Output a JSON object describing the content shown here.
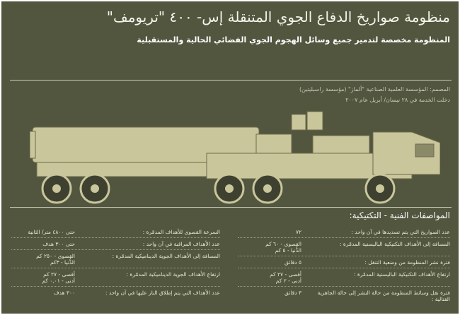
{
  "header": {
    "title": "منظومة صواريخ الدفاع الجوي المتنقلة إس- ٤٠٠ \"تريومف\"",
    "subtitle": "المنظومة مخصصة لتدمير جميع وسائل الهجوم الجوي الفضائي الحالية والمستقبلية"
  },
  "info": {
    "designer": "المصمم: المؤسسة العلمية الصناعية \"ألماز\" (مؤسسة راسبليتين)",
    "service": "دخلت الخدمة في ٢٨ نيسان/ أبريل عام ٢٠٠٧"
  },
  "specs": {
    "heading": "المواصفات الفنية - التكتيكية:",
    "right": [
      {
        "label": "عدد الصواريخ التي يتم تسديدها في آن واحد :",
        "value": "٧٢"
      },
      {
        "label": "المسافة إلى الأهداف التكتيكية الباليستية المدمّرة :",
        "value": "القصوى - ٦٠ كم\nالدُّنيا - ٥ كم"
      },
      {
        "label": "فترة نشر المنظومة من وضعية التنقل :",
        "value": "٥ دقائق"
      },
      {
        "label": "ارتفاع الأهداف التكتيكية الباليستية المدمّرة :",
        "value": "أقصى - ٢٧ كم\nأدنى - ٢ كم"
      },
      {
        "label": "فترة نقل وسائط المنظومة من حالة النشر إلى حالة الجاهزية القتالية :",
        "value": "٣ دقائق"
      }
    ],
    "left": [
      {
        "label": "السرعة القصوى للأهداف المدمّرة :",
        "value": "حتى ٤٨٠٠ متر/ الثانية"
      },
      {
        "label": "عدد الأهداف المراقبة في آن واحد :",
        "value": "حتى ٣٠٠ هدف"
      },
      {
        "label": "المسافة إلى الأهداف الجوية الديناميكية المدمّرة :",
        "value": "القصوى - ٢٥٠ كم\nالدُّنيا - ٣كم"
      },
      {
        "label": "ارتفاع الأهداف الجوية الديناميكية المدمّرة :",
        "value": "أقصى - ٢٧ كم\nأدنى - ٠,٠١ كم"
      },
      {
        "label": "عدد الأهداف التي يتم إطلاق النار عليها في آن واحد :",
        "value": "٣٠٠ هدف"
      }
    ]
  }
}
